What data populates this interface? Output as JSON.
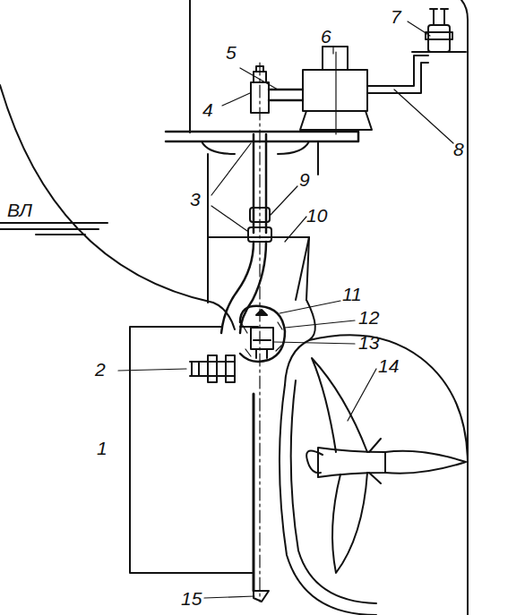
{
  "diagram": {
    "labels": [
      "ВЛ",
      "1",
      "2",
      "3",
      "4",
      "5",
      "6",
      "7",
      "8",
      "9",
      "10",
      "11",
      "12",
      "13",
      "14",
      "15"
    ]
  }
}
